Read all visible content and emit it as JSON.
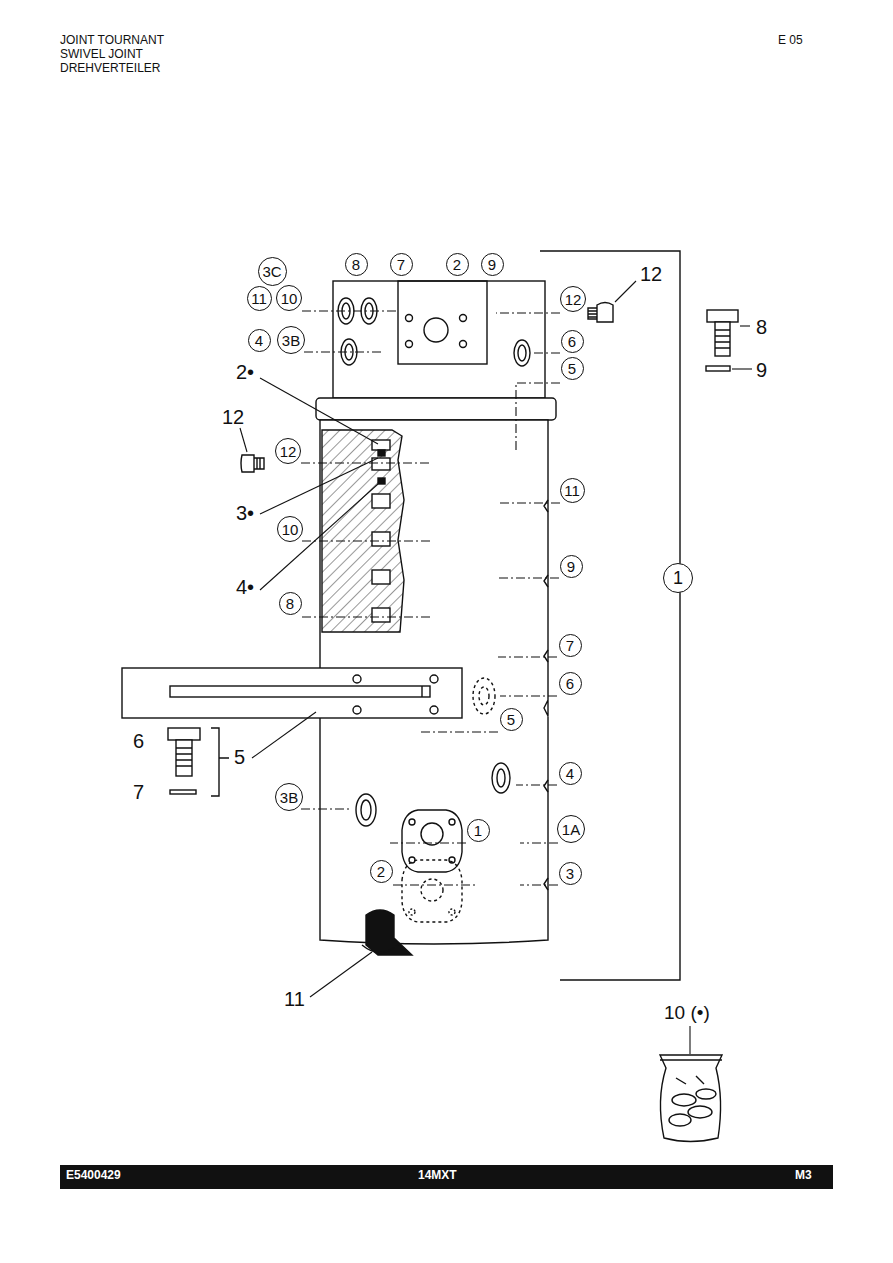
{
  "diagram": {
    "nodes": [
      {
        "text": [
          "8"
        ]
      },
      {
        "text": [
          "7"
        ]
      },
      {
        "text": [
          "2"
        ]
      },
      {
        "text": [
          "9"
        ]
      },
      {
        "text": [
          "3C"
        ]
      },
      {
        "text": [
          "11"
        ]
      },
      {
        "text": [
          "10"
        ]
      },
      {
        "text": [
          "12"
        ]
      },
      {
        "text": [
          "4"
        ]
      },
      {
        "text": [
          "3B"
        ]
      },
      {
        "text": [
          "6"
        ]
      },
      {
        "text": [
          "5"
        ]
      },
      {
        "text": [
          "12"
        ]
      },
      {
        "text": [
          "11"
        ]
      },
      {
        "text": [
          "10"
        ]
      },
      {
        "text": [
          "9"
        ]
      },
      {
        "text": [
          "1"
        ]
      },
      {
        "text": [
          "8"
        ]
      },
      {
        "text": [
          "7"
        ]
      },
      {
        "text": [
          "6"
        ]
      },
      {
        "text": [
          "5"
        ]
      },
      {
        "text": [
          "4"
        ]
      },
      {
        "text": [
          "3B"
        ]
      },
      {
        "text": [
          "1"
        ]
      },
      {
        "text": [
          "1A"
        ]
      },
      {
        "text": [
          "2"
        ]
      },
      {
        "text": [
          "3"
        ]
      }
    ],
    "labels": [
      "JOINT TOURNANT",
      "SWIVEL JOINT",
      "DREHVERTEILER",
      "E 05",
      "12",
      "8",
      "9",
      "2•",
      "12",
      "3•",
      "4•",
      "6",
      "5",
      "7",
      "11",
      "10 (•)",
      "E5400429",
      "14MXT",
      "M3"
    ]
  }
}
